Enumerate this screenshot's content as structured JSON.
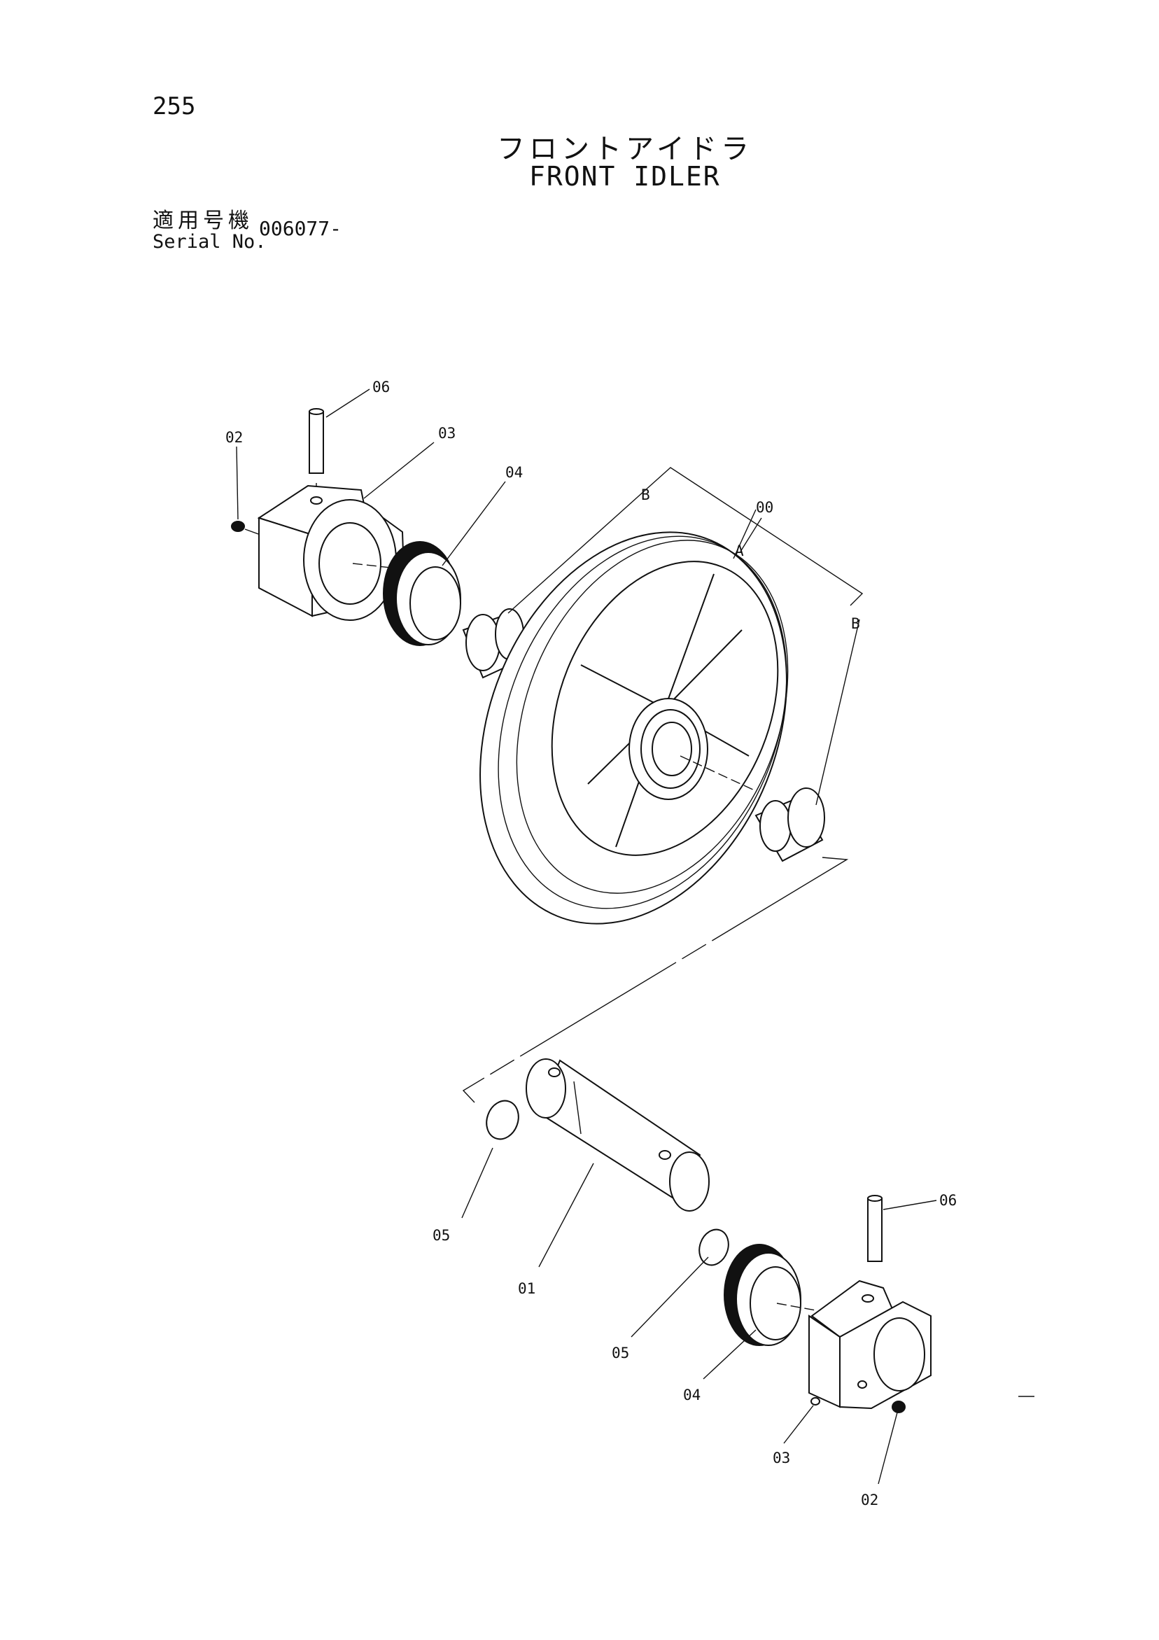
{
  "page": {
    "number": "255",
    "title_jp": "フロントアイドラ",
    "title_en": "FRONT IDLER",
    "serial_label_jp": "適用号機",
    "serial_label_en": "Serial No.",
    "serial_value": "006077-"
  },
  "callouts": {
    "pin_top": "06",
    "plug_top": "02",
    "bracket_top": "03",
    "seal_top": "04",
    "group_b_top": "B",
    "idler_assy": "00",
    "idler_a": "A",
    "group_b_right": "B",
    "oring_left": "05",
    "shaft": "01",
    "oring_right": "05",
    "seal_bottom": "04",
    "bracket_bottom": "03",
    "plug_bottom": "02",
    "pin_bottom": "06"
  }
}
